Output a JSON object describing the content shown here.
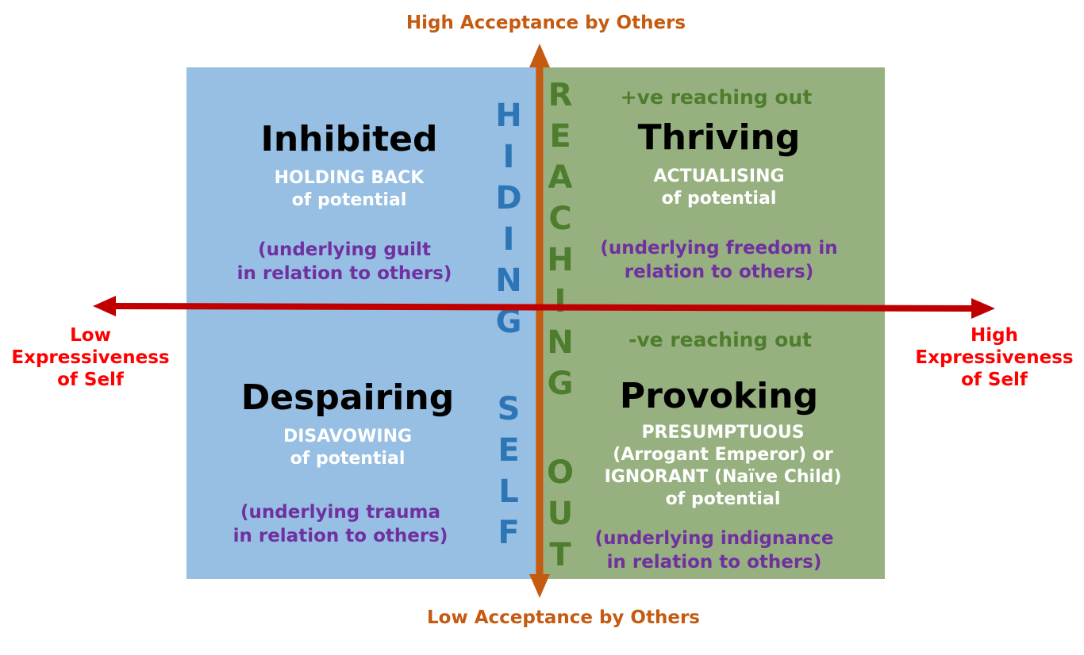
{
  "axes": {
    "top": "High Acceptance by Others",
    "bottom": "Low Acceptance by Others",
    "left": [
      "Low",
      "Expressiveness",
      "of Self"
    ],
    "right": [
      "High",
      "Expressiveness",
      "of Self"
    ]
  },
  "vertical_words": {
    "hiding": [
      "H",
      "I",
      "D",
      "I",
      "N",
      "G"
    ],
    "self": [
      "S",
      "E",
      "L",
      "F"
    ],
    "reaching": [
      "R",
      "E",
      "A",
      "C",
      "H",
      "I",
      "N",
      "G"
    ],
    "out": [
      "O",
      "U",
      "T"
    ]
  },
  "notes": {
    "positive": "+ve reaching out",
    "negative": "-ve reaching out"
  },
  "quadrants": {
    "inhibited": {
      "title": "Inhibited",
      "sub": [
        "HOLDING BACK",
        "of potential"
      ],
      "underlying": [
        "(underlying guilt",
        "in relation to others)"
      ]
    },
    "thriving": {
      "title": "Thriving",
      "sub": [
        "ACTUALISING",
        "of potential"
      ],
      "underlying": [
        "(underlying freedom in",
        "relation to others)"
      ]
    },
    "despairing": {
      "title": "Despairing",
      "sub": [
        "DISAVOWING",
        "of potential"
      ],
      "underlying": [
        "(underlying trauma",
        "in relation to  others)"
      ]
    },
    "provoking": {
      "title": "Provoking",
      "sub": [
        "PRESUMPTUOUS",
        "(Arrogant Emperor) or",
        "IGNORANT (Naïve Child)",
        "of potential"
      ],
      "underlying": [
        "(underlying indignance",
        "in relation to others)"
      ]
    }
  },
  "colors": {
    "left_quadrant": "#96bfe3",
    "right_quadrant": "#96b17f",
    "vertical_axis": "#c55a11",
    "horizontal_axis": "#c00000"
  }
}
